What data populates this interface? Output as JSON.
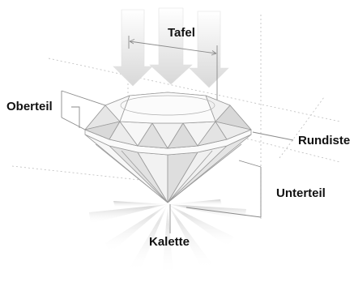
{
  "labels": {
    "table": "Tafel",
    "crown": "Oberteil",
    "girdle": "Rundiste",
    "pavilion": "Unterteil",
    "culet": "Kalette"
  },
  "colors": {
    "label_text": "#111111",
    "outline": "#9a9a9a",
    "facet_light": "#f4f4f4",
    "facet_mid": "#e6e6e6",
    "facet_dark": "#d2d2d2",
    "leader_line": "#8a8a8a",
    "guide_line": "#b5b5b5"
  },
  "icons": {
    "light_arrows": "down-arrow-icon",
    "sparkle": "light-rays"
  }
}
